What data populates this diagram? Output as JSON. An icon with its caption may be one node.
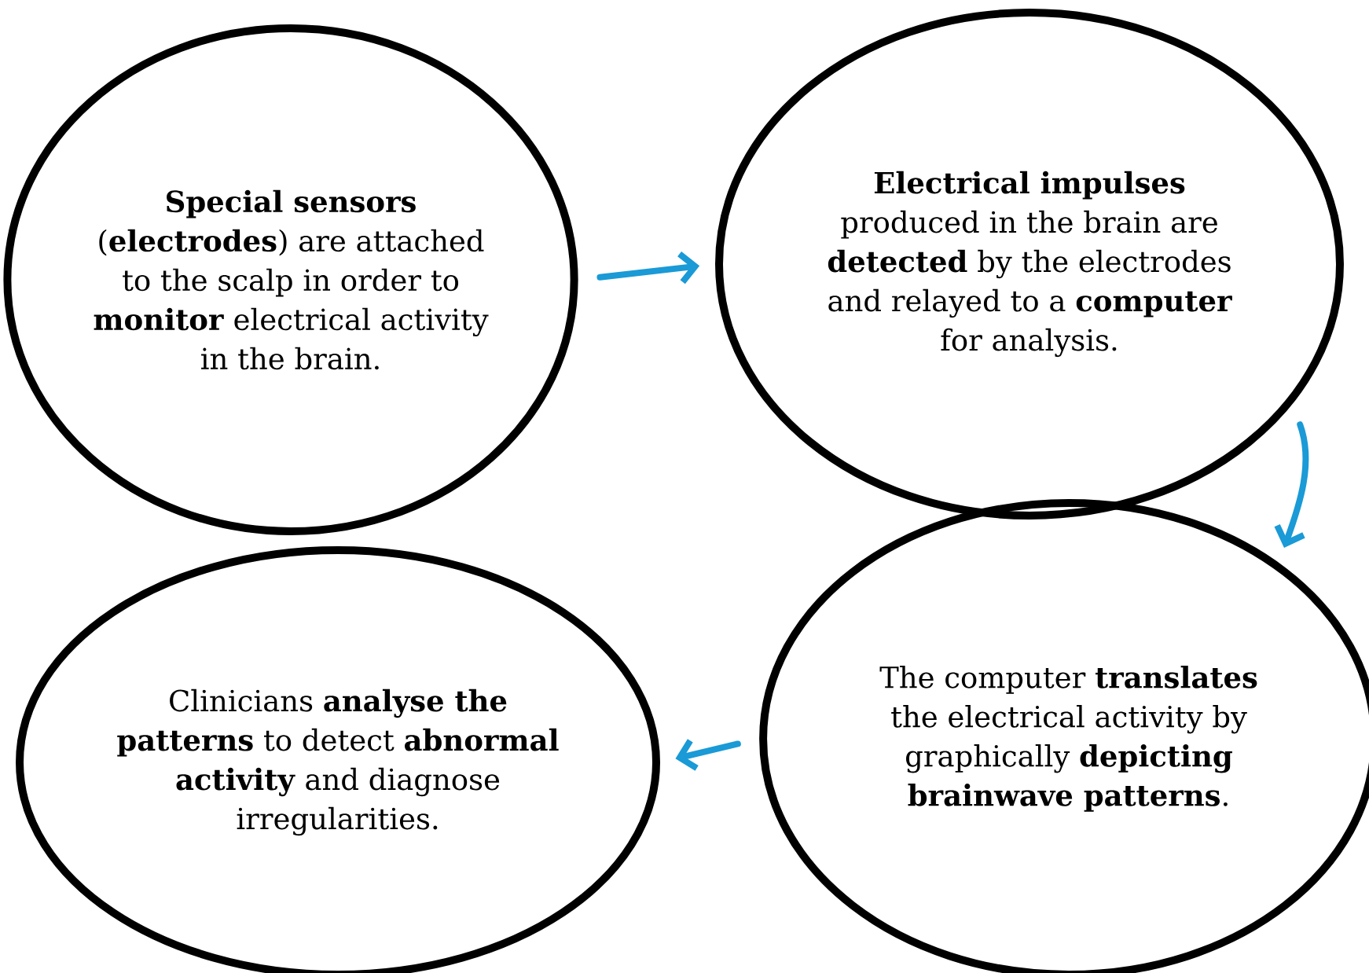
{
  "diagram": {
    "nodes": [
      {
        "text": [
          "**Special sensors** (**electrodes**) are attached to the scalp in order to **monitor** electrical activity in the brain."
        ]
      },
      {
        "text": [
          "**Electrical impulses** produced in the brain are **detected** by the electrodes and relayed to a **computer** for analysis."
        ]
      },
      {
        "text": [
          "The computer **translates** the electrical activity by graphically **depicting brainwave patterns**."
        ]
      },
      {
        "text": [
          "Clinicians **analyse the patterns** to detect **abnormal activity** and diagnose irregularities."
        ]
      }
    ],
    "edges": [
      {
        "from": 0,
        "to": 1,
        "arrow": "to"
      },
      {
        "from": 1,
        "to": 2,
        "arrow": "to"
      },
      {
        "from": 2,
        "to": 3,
        "arrow": "to"
      }
    ]
  }
}
